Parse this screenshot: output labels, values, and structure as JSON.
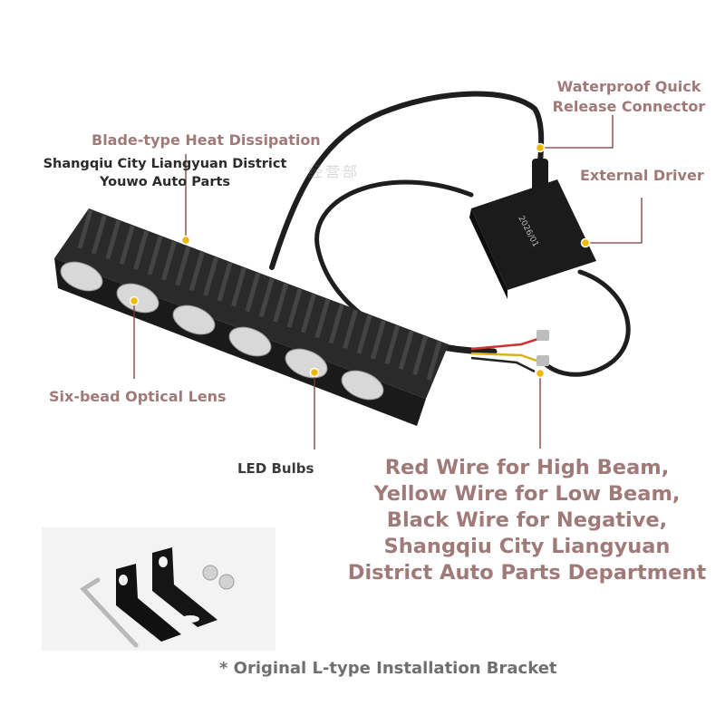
{
  "callouts": {
    "blade": "Blade-type Heat Dissipation",
    "waterproof_line1": "Waterproof Quick",
    "waterproof_line2": "Release Connector",
    "driver": "External Driver",
    "lens": "Six-bead Optical Lens",
    "led": "LED Bulbs"
  },
  "shop_name": {
    "line1": "Shangqiu City Liangyuan District",
    "line2": "Youwo Auto Parts"
  },
  "watermark": "经营部",
  "wire_info": [
    "Red Wire for High Beam,",
    "Yellow Wire for Low Beam,",
    "Black Wire for Negative,",
    "Shangqiu City Liangyuan",
    "District Auto Parts Department"
  ],
  "driver_box_text": "2026/01",
  "bracket_caption": "* Original L-type Installation Bracket",
  "colors": {
    "label": "#a07a78",
    "dot": "#f2b705",
    "housing": "#262626",
    "lens": "#d8d8d8"
  }
}
